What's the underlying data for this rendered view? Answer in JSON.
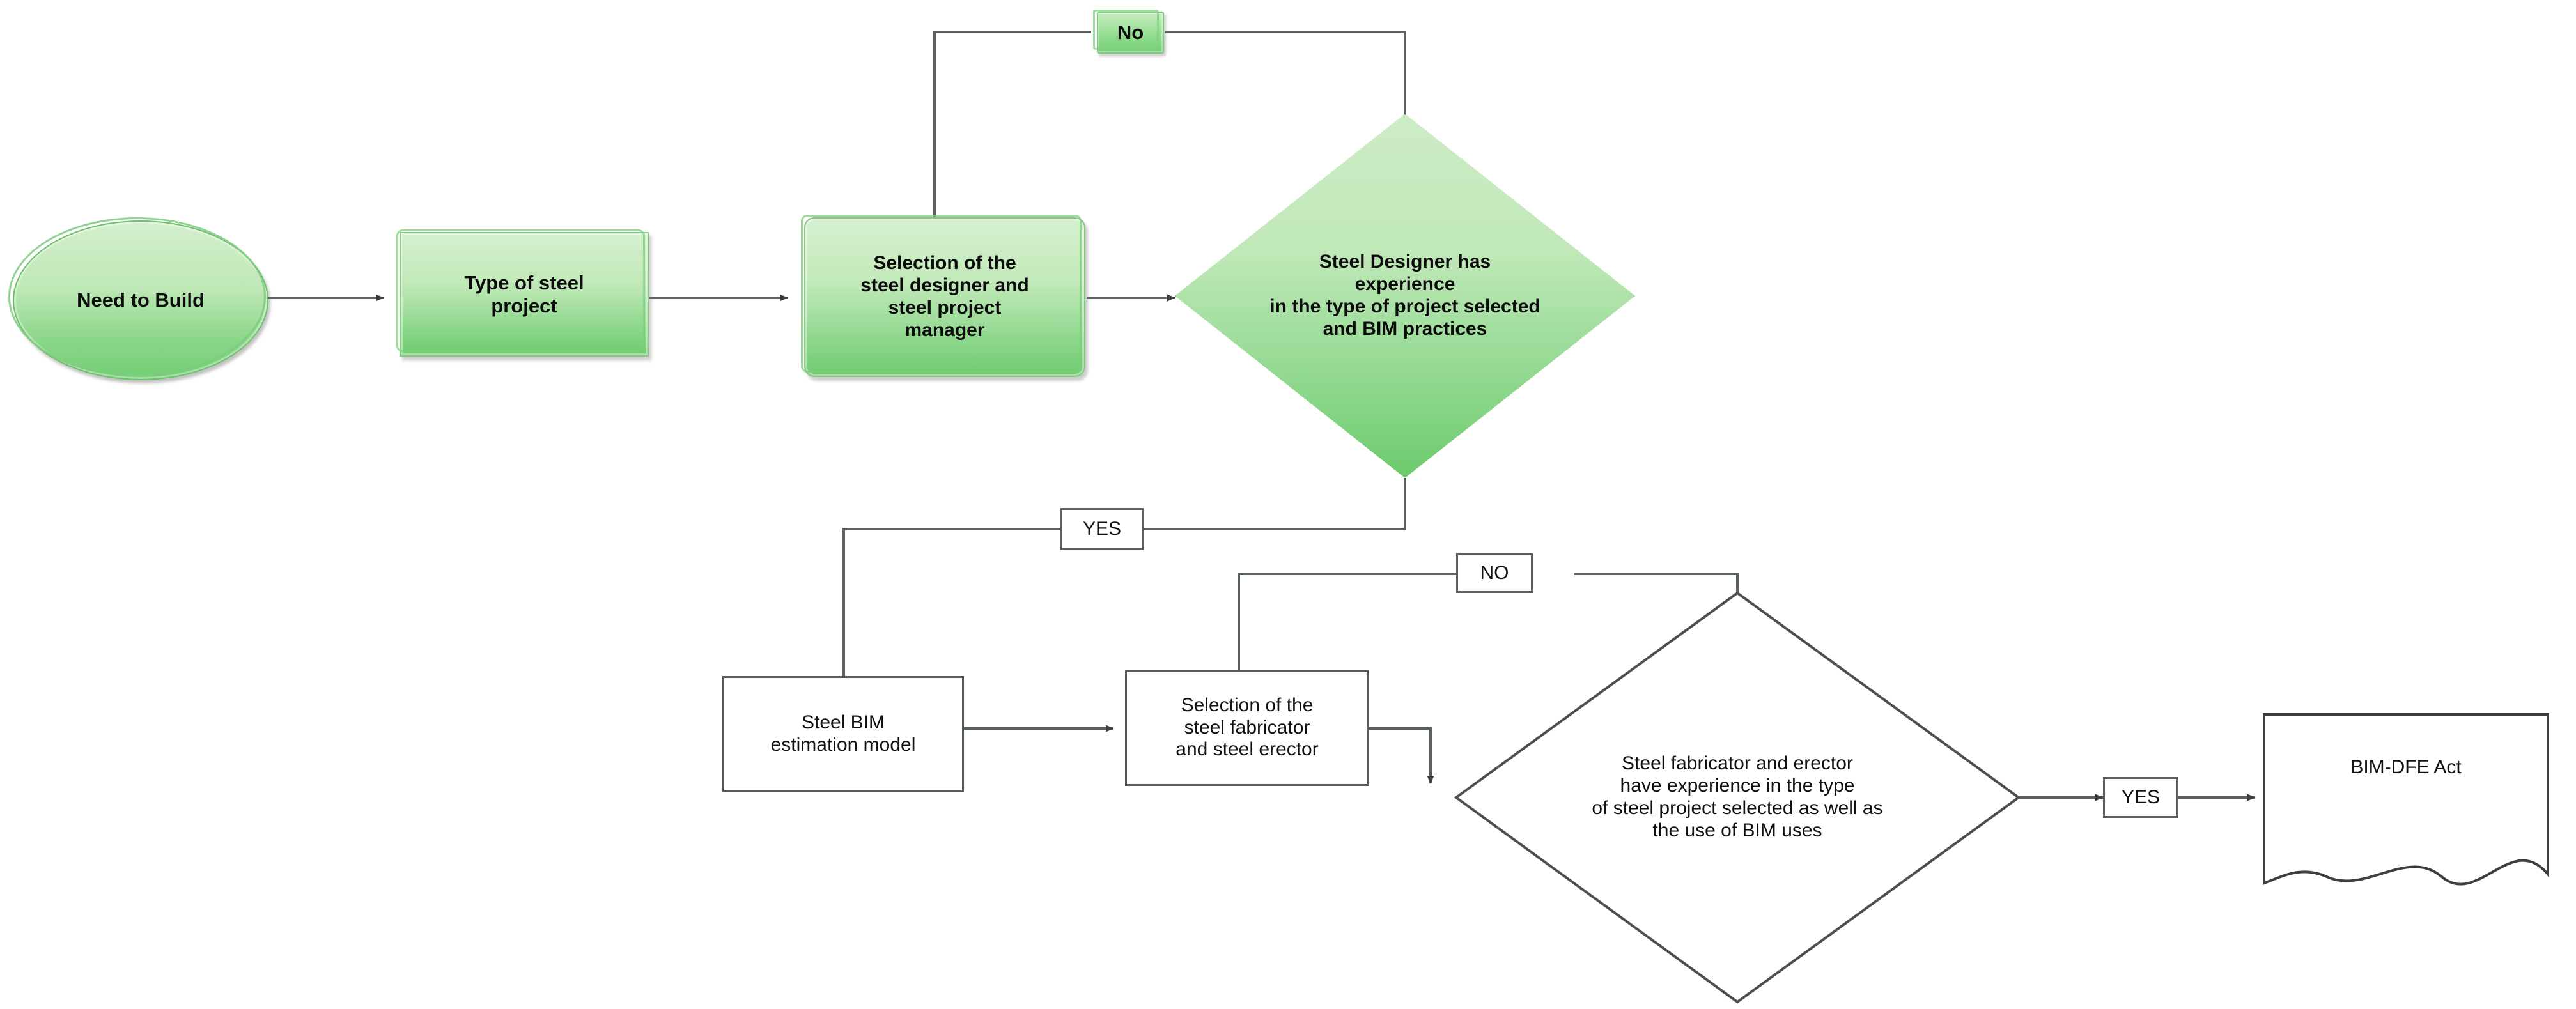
{
  "diagram": {
    "title": "BIM steel project selection flowchart",
    "colors": {
      "green_light": "#cdecc6",
      "green_dark": "#6ccb6c",
      "green_border": "#7ecb7c",
      "line": "#5a5f61",
      "white_fill": "#ffffff",
      "text": "#111111"
    },
    "nodes": [
      {
        "id": "start",
        "type": "ellipse",
        "style": "green",
        "label": "Need to Build"
      },
      {
        "id": "type",
        "type": "rect",
        "style": "green",
        "label": "Type of steel\nproject"
      },
      {
        "id": "selDesigner",
        "type": "round",
        "style": "green",
        "label": "Selection of the\nsteel designer and\nsteel project\nmanager"
      },
      {
        "id": "decDesigner",
        "type": "diamond",
        "style": "green",
        "label": "Steel Designer has\nexperience\nin the type of project selected\nand BIM practices"
      },
      {
        "id": "labelNoTop",
        "type": "tag",
        "style": "green",
        "label": "No"
      },
      {
        "id": "labelYesMid",
        "type": "tag",
        "style": "white",
        "label": "YES"
      },
      {
        "id": "bimModel",
        "type": "rect",
        "style": "white",
        "label": "Steel BIM\nestimation model"
      },
      {
        "id": "selFabricator",
        "type": "rect",
        "style": "white",
        "label": "Selection of the\nsteel fabricator\nand steel erector"
      },
      {
        "id": "labelNoLow",
        "type": "tag",
        "style": "white",
        "label": "NO"
      },
      {
        "id": "decFabricator",
        "type": "diamond",
        "style": "white",
        "label": "Steel fabricator and erector\nhave experience in the type\nof steel project selected as well as\nthe use of BIM uses"
      },
      {
        "id": "labelYesEnd",
        "type": "tag",
        "style": "white",
        "label": "YES"
      },
      {
        "id": "endDoc",
        "type": "document",
        "style": "white",
        "label": "BIM-DFE Act"
      }
    ],
    "edges": [
      {
        "from": "start",
        "to": "type",
        "label": ""
      },
      {
        "from": "type",
        "to": "selDesigner",
        "label": ""
      },
      {
        "from": "selDesigner",
        "to": "decDesigner",
        "label": ""
      },
      {
        "from": "decDesigner",
        "to": "selDesigner",
        "label": "No"
      },
      {
        "from": "decDesigner",
        "to": "bimModel",
        "label": "YES"
      },
      {
        "from": "bimModel",
        "to": "selFabricator",
        "label": ""
      },
      {
        "from": "selFabricator",
        "to": "decFabricator",
        "label": ""
      },
      {
        "from": "decFabricator",
        "to": "selFabricator",
        "label": "NO"
      },
      {
        "from": "decFabricator",
        "to": "endDoc",
        "label": "YES"
      }
    ]
  },
  "labels": {
    "start": "Need to Build",
    "type_line1": "Type of steel",
    "type_line2": "project",
    "sel_designer_l1": "Selection of the",
    "sel_designer_l2": "steel designer and",
    "sel_designer_l3": "steel project",
    "sel_designer_l4": "manager",
    "dec_designer_l1": "Steel Designer has",
    "dec_designer_l2": "experience",
    "dec_designer_l3": "in the type of project selected",
    "dec_designer_l4": "and BIM practices",
    "no_top": "No",
    "yes_mid": "YES",
    "bim_model_l1": "Steel BIM",
    "bim_model_l2": "estimation model",
    "sel_fab_l1": "Selection of the",
    "sel_fab_l2": "steel fabricator",
    "sel_fab_l3": "and steel erector",
    "no_low": "NO",
    "dec_fab_l1": "Steel fabricator and erector",
    "dec_fab_l2": "have experience in the type",
    "dec_fab_l3": "of steel project selected as well as",
    "dec_fab_l4": "the use of BIM uses",
    "yes_end": "YES",
    "end_doc": "BIM-DFE Act"
  }
}
